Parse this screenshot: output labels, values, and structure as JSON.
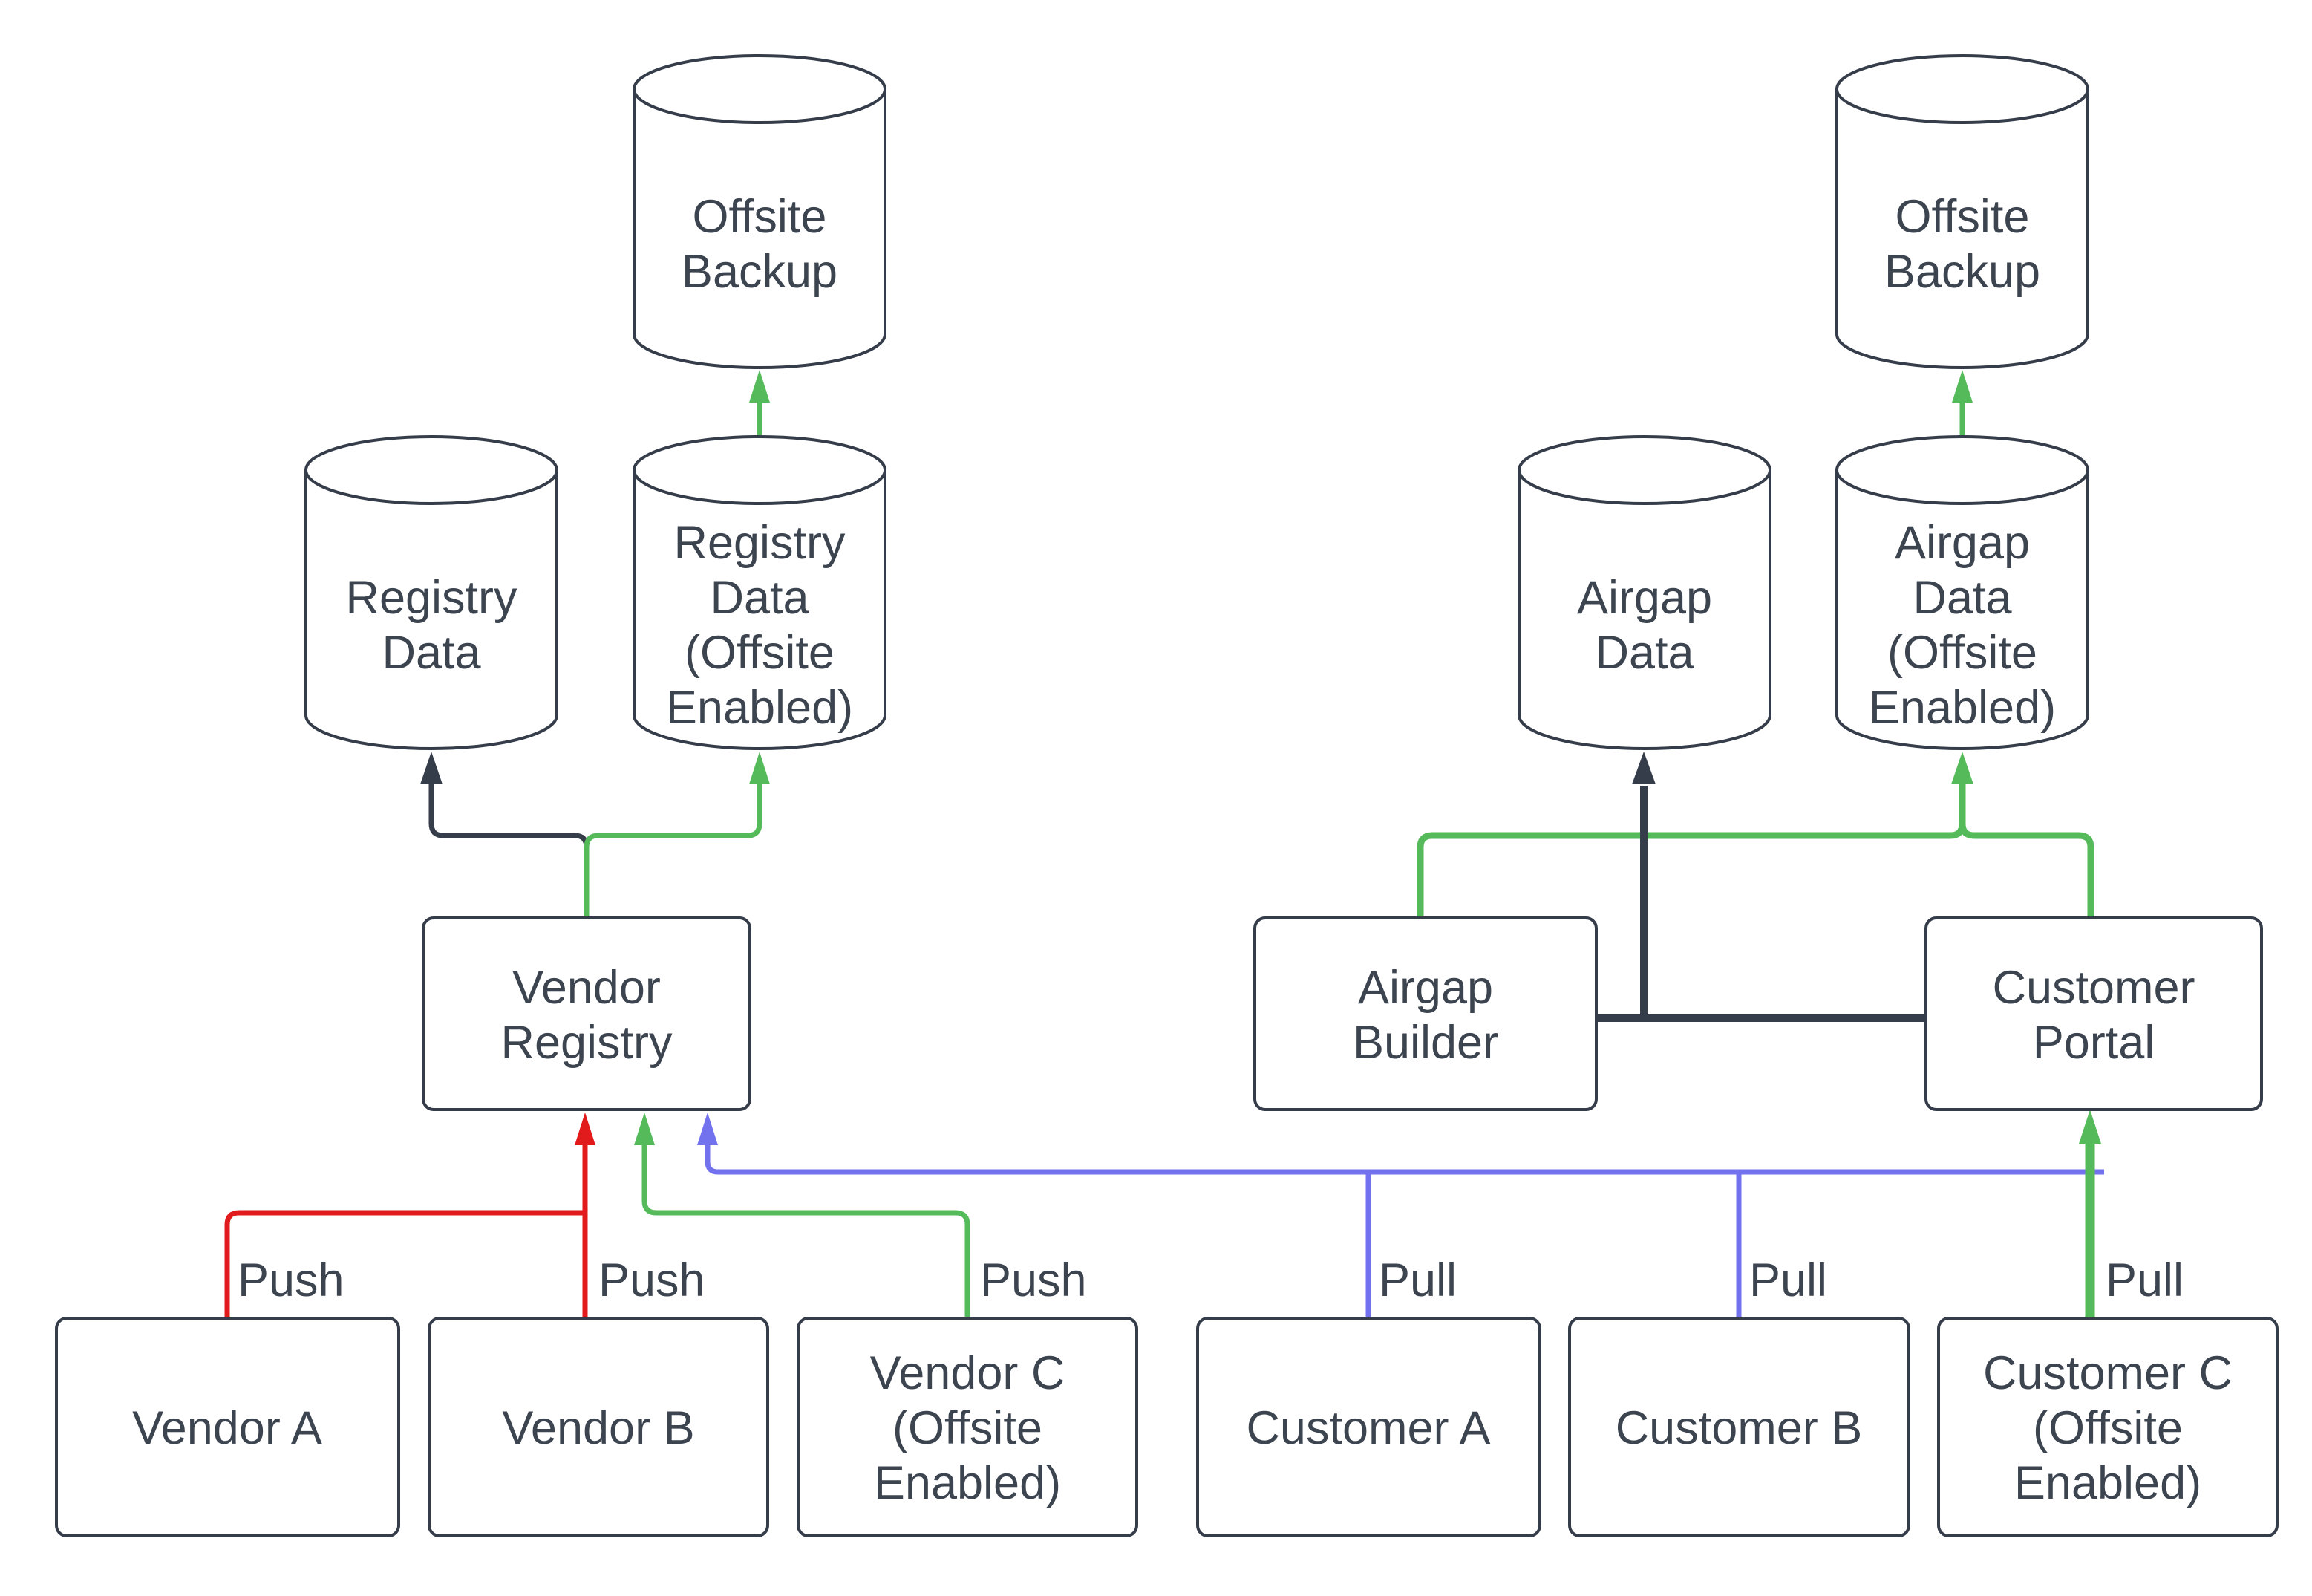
{
  "diagram": {
    "background": "#ffffff",
    "colors": {
      "outline": "#363d4a",
      "text": "#3c4450",
      "green": "#55bb5a",
      "red": "#e11b1b",
      "blue": "#7272ef"
    },
    "cylinders": {
      "offsite_backup_left": {
        "label_lines": [
          "Offsite",
          "Backup"
        ]
      },
      "offsite_backup_right": {
        "label_lines": [
          "Offsite",
          "Backup"
        ]
      },
      "registry_data": {
        "label_lines": [
          "Registry",
          "Data"
        ]
      },
      "registry_data_offsite": {
        "label_lines": [
          "Registry",
          "Data",
          "(Offsite",
          "Enabled)"
        ]
      },
      "airgap_data": {
        "label_lines": [
          "Airgap",
          "Data"
        ]
      },
      "airgap_data_offsite": {
        "label_lines": [
          "Airgap",
          "Data",
          "(Offsite",
          "Enabled)"
        ]
      }
    },
    "boxes": {
      "vendor_registry": {
        "label_lines": [
          "Vendor",
          "Registry"
        ]
      },
      "airgap_builder": {
        "label_lines": [
          "Airgap",
          "Builder"
        ]
      },
      "customer_portal": {
        "label_lines": [
          "Customer",
          "Portal"
        ]
      },
      "vendor_a": {
        "label_lines": [
          "Vendor A"
        ]
      },
      "vendor_b": {
        "label_lines": [
          "Vendor B"
        ]
      },
      "vendor_c": {
        "label_lines": [
          "Vendor C",
          "(Offsite",
          "Enabled)"
        ]
      },
      "customer_a": {
        "label_lines": [
          "Customer A"
        ]
      },
      "customer_b": {
        "label_lines": [
          "Customer B"
        ]
      },
      "customer_c": {
        "label_lines": [
          "Customer C",
          "(Offsite",
          "Enabled)"
        ]
      }
    },
    "edge_labels": {
      "push": "Push",
      "pull": "Pull"
    }
  }
}
